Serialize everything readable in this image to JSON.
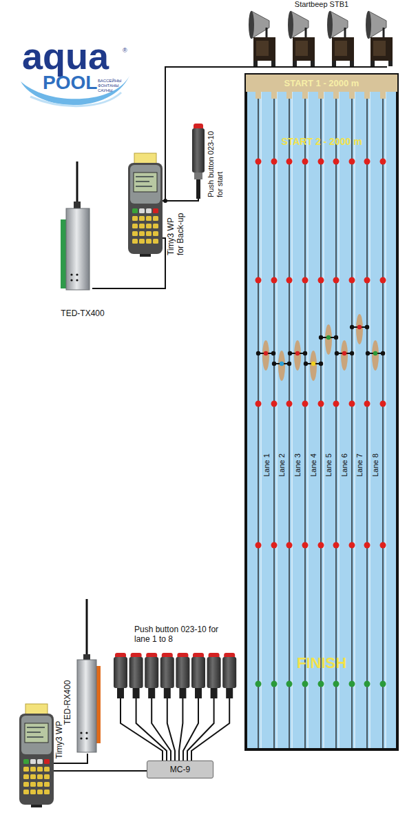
{
  "diagram": {
    "nodes": [
      {
        "text": [
          "Startbeep STB1"
        ]
      },
      {
        "text": [
          "START 2 - 2000 m",
          "Lane 1",
          "Lane 2",
          "Lane 3",
          "Lane 4",
          "Lane 5",
          "Lane 6",
          "Lane 7",
          "Lane 8",
          "FINISH"
        ]
      },
      {
        "text": [
          "START 1 - 2000 m"
        ],
        "in": 1
      },
      {
        "text": [
          "Push button 023-10 for start"
        ]
      },
      {
        "text": [
          "Timy3 WP for Back-up"
        ]
      },
      {
        "text": [
          "TED-TX400"
        ]
      },
      {
        "text": [
          "Push button 023-10 for lane 1 to 8"
        ]
      },
      {
        "text": [
          "TED-RX400"
        ]
      },
      {
        "text": [
          "Timy3 WP"
        ]
      },
      {
        "text": [
          "MC-9"
        ]
      }
    ],
    "edges": [
      {
        "from": 0,
        "to": 4,
        "arrow": "none"
      },
      {
        "from": 3,
        "to": 4,
        "arrow": "none"
      },
      {
        "from": 5,
        "to": 4,
        "arrow": "none"
      },
      {
        "from": 6,
        "to": 9,
        "arrow": "none"
      },
      {
        "from": 9,
        "to": 8,
        "arrow": "none"
      },
      {
        "from": 7,
        "to": 8,
        "arrow": "none"
      }
    ],
    "labels": [
      "aqua",
      "POOL",
      "®",
      "БАССЕЙНЫ ФОНТАНЫ САУНЫ"
    ]
  }
}
